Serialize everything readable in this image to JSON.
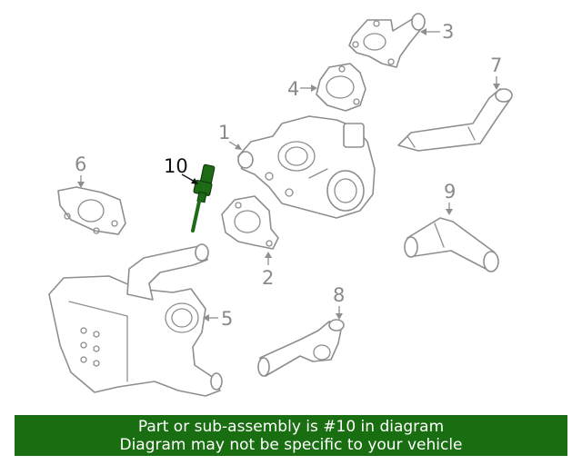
{
  "diagram": {
    "highlight_color": "#1e6a16",
    "callouts": [
      {
        "id": "1",
        "text": "1"
      },
      {
        "id": "2",
        "text": "2"
      },
      {
        "id": "3",
        "text": "3"
      },
      {
        "id": "4",
        "text": "4"
      },
      {
        "id": "5",
        "text": "5"
      },
      {
        "id": "6",
        "text": "6"
      },
      {
        "id": "7",
        "text": "7"
      },
      {
        "id": "8",
        "text": "8"
      },
      {
        "id": "9",
        "text": "9"
      },
      {
        "id": "10",
        "text": "10"
      }
    ],
    "highlighted_part": "10"
  },
  "banner": {
    "line1": "Part or sub-assembly is #10 in diagram",
    "line2": "Diagram may not be specific to your vehicle",
    "background": "#1a6e12"
  }
}
